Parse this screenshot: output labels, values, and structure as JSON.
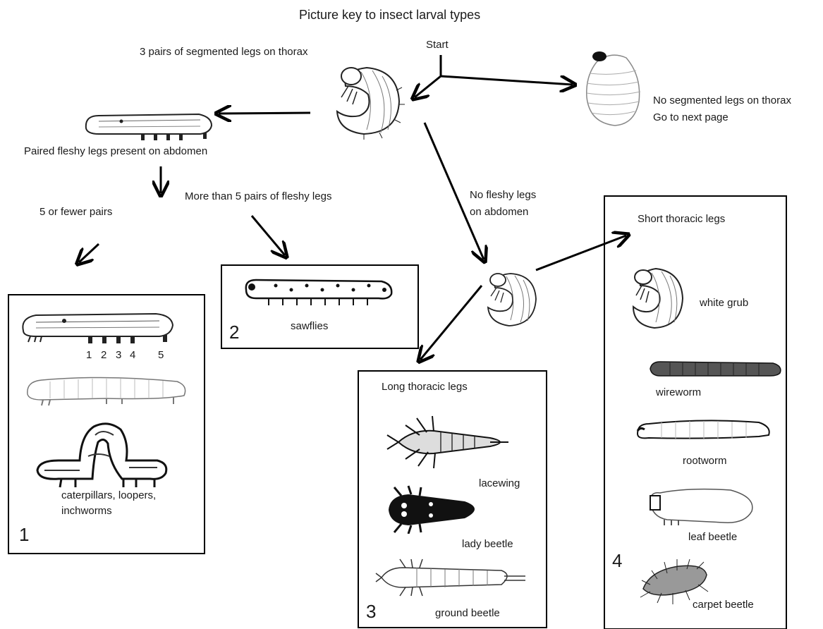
{
  "title": "Picture key to insect  larval types",
  "start_label": "Start",
  "nodes": {
    "segmented_legs": "3 pairs of segmented legs on thorax",
    "no_segmented_legs_line1": "No segmented legs on thorax",
    "no_segmented_legs_line2": "Go to next page",
    "paired_fleshy_legs": "Paired fleshy legs present on abdomen",
    "more_than_5": "More than 5 pairs of fleshy legs",
    "five_or_fewer": "5 or fewer pairs",
    "no_fleshy_legs_line1": "No fleshy legs",
    "no_fleshy_legs_line2": "on abdomen"
  },
  "box1": {
    "number": "1",
    "proleg_numbers": [
      "1",
      "2",
      "3",
      "4",
      "5"
    ],
    "caption_line1": "caterpillars, loopers,",
    "caption_line2": "inchworms"
  },
  "box2": {
    "number": "2",
    "caption": "sawflies"
  },
  "box3": {
    "number": "3",
    "heading": "Long thoracic legs",
    "items": [
      "lacewing",
      "lady beetle",
      "ground beetle"
    ]
  },
  "box4": {
    "number": "4",
    "heading": "Short thoracic legs",
    "items": [
      "white grub",
      "wireworm",
      "rootworm",
      "leaf beetle",
      "carpet beetle"
    ]
  },
  "icons": [
    "grub-larva-icon",
    "legless-larva-icon",
    "caterpillar-icon",
    "sawfly-larva-icon",
    "looper-icon",
    "lacewing-larva-icon",
    "lady-beetle-larva-icon",
    "ground-beetle-larva-icon",
    "wireworm-icon",
    "rootworm-icon",
    "leaf-beetle-larva-icon",
    "carpet-beetle-larva-icon"
  ]
}
